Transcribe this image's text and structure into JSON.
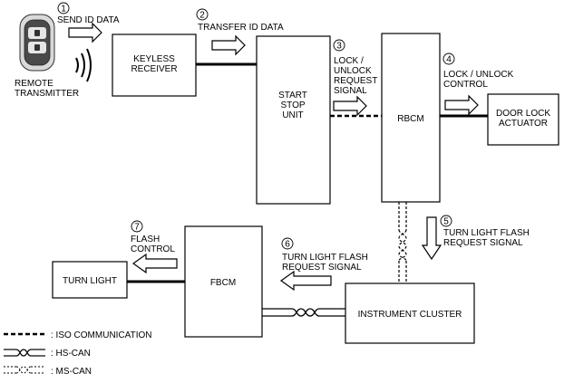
{
  "blocks": {
    "remote_transmitter": [
      "REMOTE",
      "TRANSMITTER"
    ],
    "keyless_receiver": [
      "KEYLESS",
      "RECEIVER"
    ],
    "start_stop_unit": [
      "START",
      "STOP",
      "UNIT"
    ],
    "rbcm": [
      "RBCM"
    ],
    "door_lock_actuator": [
      "DOOR LOCK",
      "ACTUATOR"
    ],
    "fbcm": [
      "FBCM"
    ],
    "turn_light": [
      "TURN LIGHT"
    ],
    "instrument_cluster": [
      "INSTRUMENT CLUSTER"
    ]
  },
  "steps": [
    {
      "num": "1",
      "lines": [
        "SEND ID DATA"
      ]
    },
    {
      "num": "2",
      "lines": [
        "TRANSFER ID DATA"
      ]
    },
    {
      "num": "3",
      "lines": [
        "LOCK /",
        "UNLOCK",
        "REQUEST",
        "SIGNAL"
      ]
    },
    {
      "num": "4",
      "lines": [
        "LOCK / UNLOCK",
        "CONTROL"
      ]
    },
    {
      "num": "5",
      "lines": [
        "TURN LIGHT FLASH",
        "REQUEST SIGNAL"
      ]
    },
    {
      "num": "6",
      "lines": [
        "TURN LIGHT FLASH",
        "REQUEST SIGNAL"
      ]
    },
    {
      "num": "7",
      "lines": [
        "FLASH",
        "CONTROL"
      ]
    }
  ],
  "legend": {
    "iso": ": ISO COMMUNICATION",
    "hs": ": HS-CAN",
    "ms": ": MS-CAN"
  }
}
